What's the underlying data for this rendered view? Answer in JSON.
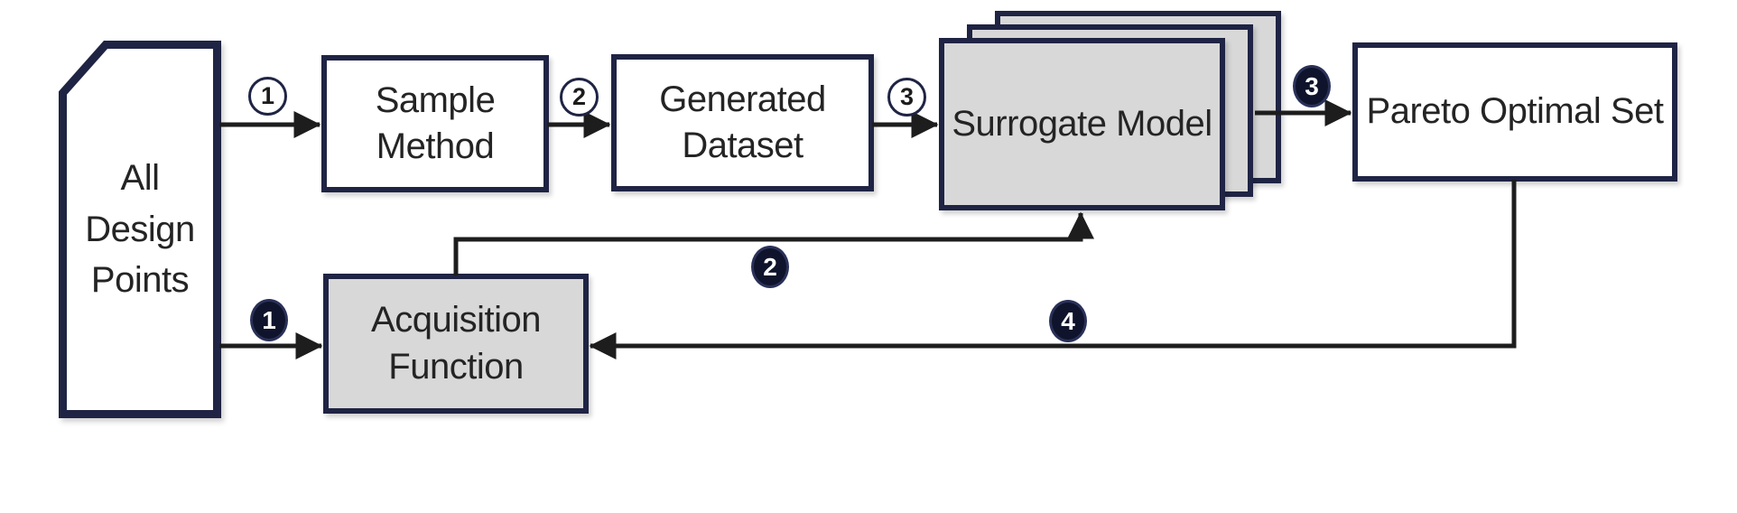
{
  "diagram": {
    "description": "Surrogate-based multi-objective optimization workflow",
    "colors": {
      "box_border_navy": "#1f2444",
      "box_fill_gray": "#d8d8d8",
      "box_fill_white": "#ffffff",
      "arrow_black": "#1d1d1d",
      "badge_filled_fill": "#0f142c",
      "badge_filled_text": "#ffffff",
      "badge_open_ring": "#1f2444",
      "text": "#242424"
    },
    "nodes": {
      "all_design_points": "All Design Points",
      "sample_method": "Sample Method",
      "generated_dataset": "Generated Dataset",
      "surrogate_model": "Surrogate Model",
      "pareto_optimal_set": "Pareto Optimal Set",
      "acquisition_function": "Acquisition Function"
    },
    "surrogate_stack_layers": 3,
    "edges": [
      {
        "from": "all_design_points",
        "to": "sample_method",
        "label": "1",
        "label_style": "outlined-circle"
      },
      {
        "from": "sample_method",
        "to": "generated_dataset",
        "label": "2",
        "label_style": "outlined-circle"
      },
      {
        "from": "generated_dataset",
        "to": "surrogate_model",
        "label": "3",
        "label_style": "outlined-circle"
      },
      {
        "from": "surrogate_model",
        "to": "pareto_optimal_set",
        "label": "3",
        "label_style": "filled-circle"
      },
      {
        "from": "all_design_points",
        "to": "acquisition_function",
        "label": "1",
        "label_style": "filled-circle"
      },
      {
        "from": "acquisition_function",
        "to": "surrogate_model",
        "label": "2",
        "label_style": "filled-circle"
      },
      {
        "from": "pareto_optimal_set",
        "to": "acquisition_function",
        "label": "4",
        "label_style": "filled-circle"
      }
    ]
  }
}
